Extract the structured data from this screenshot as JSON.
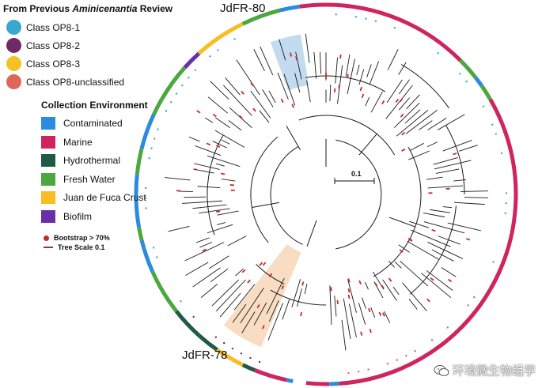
{
  "legend": {
    "class_title_prefix": "From Previous ",
    "class_title_italic": "Aminicenantia",
    "class_title_suffix": " Review",
    "classes": [
      {
        "label": "Class OP8-1",
        "color": "#3aa7d1"
      },
      {
        "label": "Class OP8-2",
        "color": "#6f2a66"
      },
      {
        "label": "Class OP8-3",
        "color": "#f6c221"
      },
      {
        "label": "Class OP8-unclassified",
        "color": "#e0665b"
      }
    ],
    "env_title": "Collection Environment",
    "environments": [
      {
        "label": "Contaminated",
        "color": "#2b8be0"
      },
      {
        "label": "Marine",
        "color": "#d0245c"
      },
      {
        "label": "Hydrothermal",
        "color": "#1f5a46"
      },
      {
        "label": "Fresh Water",
        "color": "#4aa83e"
      },
      {
        "label": "Juan de Fuca Crust",
        "color": "#f7bd22"
      },
      {
        "label": "Biofilm",
        "color": "#6a2fa6"
      }
    ],
    "bootstrap_label": "Bootstrap > 70%",
    "bootstrap_color": "#c82a2a",
    "scale_legend_label": "Tree Scale 0.1",
    "scale_legend_color": "#7a3d6b"
  },
  "tree": {
    "scale_value": "0.1",
    "clade_labels": {
      "top": "JdFR-80",
      "bottom": "JdFR-78"
    },
    "highlight_colors": {
      "top": "#bcd7ec",
      "bottom": "#f7d9bc"
    },
    "branch_color": "#1a1a1a"
  },
  "watermark": {
    "text": "环境微生物组学",
    "icon": "wechat-icon"
  }
}
